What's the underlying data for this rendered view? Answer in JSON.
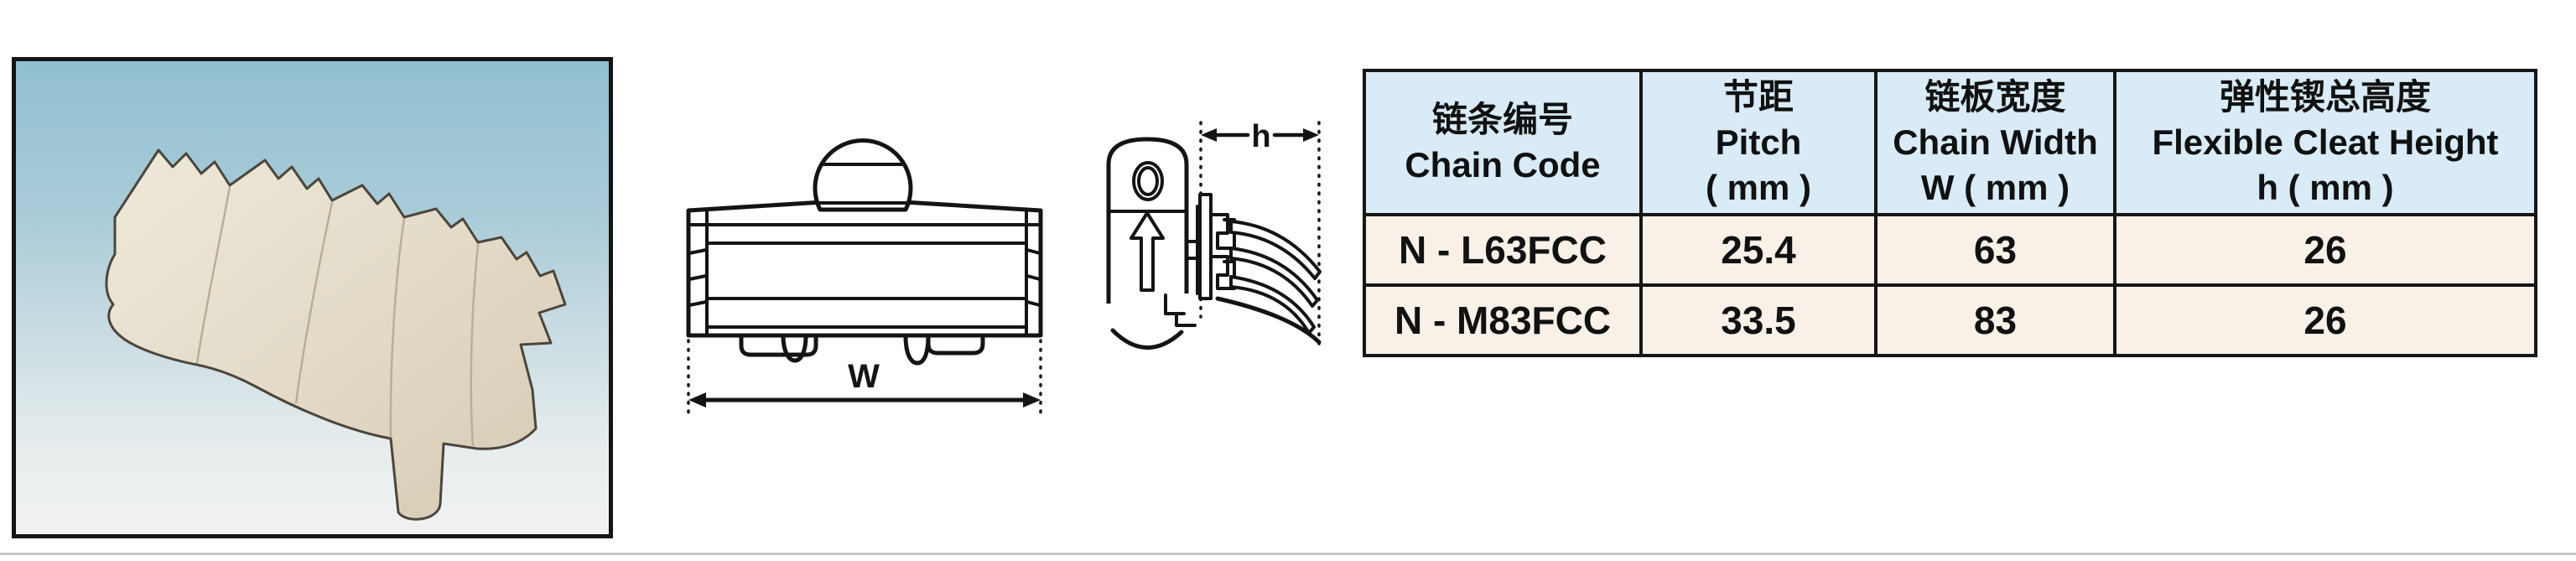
{
  "page": {
    "background": "#ffffff",
    "divider_color": "#c6c6c6"
  },
  "photo": {
    "frame_border_color": "#141414",
    "background_gradient_top": "#92c0d1",
    "background_gradient_bottom": "#f1f2f2",
    "product_color_light": "#ece5d6",
    "product_color_dark": "#d8cdb8",
    "product_outline_color": "#4b463c"
  },
  "drawings": {
    "line_color": "#141414",
    "front_view": {
      "dimension_label": "W"
    },
    "side_view": {
      "dimension_label": "h"
    }
  },
  "table": {
    "border_color": "#161616",
    "header_bg": "#d8ebf7",
    "row_bg": "#f9f0e8",
    "columns": [
      {
        "zh": "链条编号",
        "en": "Chain Code",
        "unit": ""
      },
      {
        "zh": "节距",
        "en": "Pitch",
        "unit": "( mm )"
      },
      {
        "zh": "链板宽度",
        "en": "Chain Width",
        "unit": "W ( mm )"
      },
      {
        "zh": "弹性锲总高度",
        "en": "Flexible Cleat Height",
        "unit": "h ( mm )"
      }
    ],
    "rows": [
      {
        "cells": [
          "N - L63FCC",
          "25.4",
          "63",
          "26"
        ]
      },
      {
        "cells": [
          "N - M83FCC",
          "33.5",
          "83",
          "26"
        ]
      }
    ]
  }
}
